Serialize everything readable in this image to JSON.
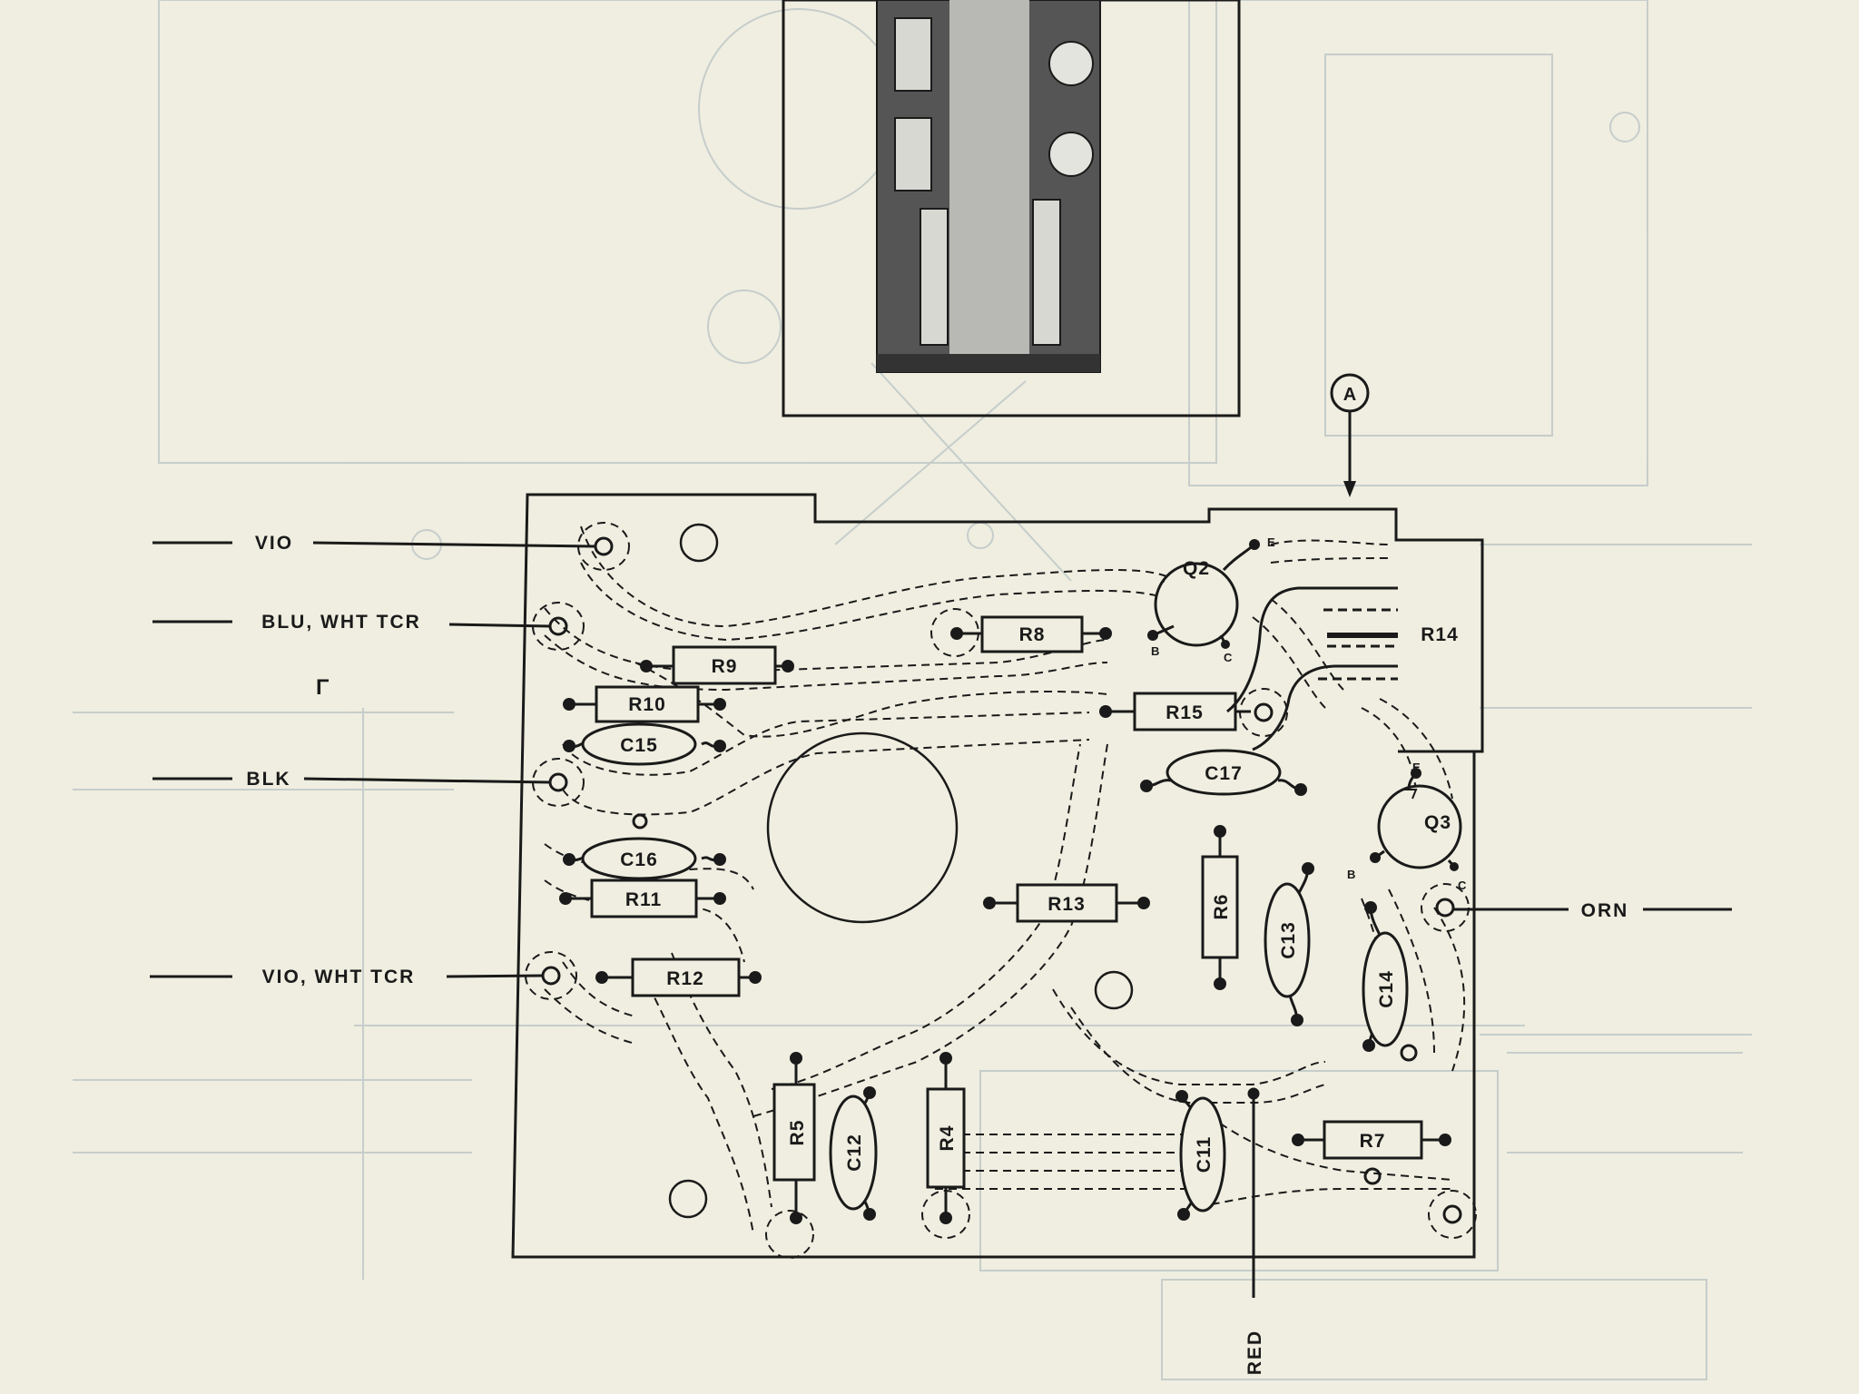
{
  "diagram": {
    "marker": "A",
    "wires": {
      "vio": "VIO",
      "blu_wht_tcr": "BLU, WHT TCR",
      "blk": "BLK",
      "vio_wht_tcr": "VIO, WHT TCR",
      "orn": "ORN",
      "red": "RED"
    },
    "components": {
      "r4": "R4",
      "r5": "R5",
      "r6": "R6",
      "r7": "R7",
      "r8": "R8",
      "r9": "R9",
      "r10": "R10",
      "r11": "R11",
      "r12": "R12",
      "r13": "R13",
      "r14": "R14",
      "r15": "R15",
      "c11": "C11",
      "c12": "C12",
      "c13": "C13",
      "c14": "C14",
      "c15": "C15",
      "c16": "C16",
      "c17": "C17",
      "q2": "Q2",
      "q3": "Q3"
    },
    "pins": {
      "e": "E",
      "b": "B",
      "c": "C"
    },
    "stray_mark": "Γ"
  },
  "colors": {
    "paper": "#efeee0",
    "ink": "#1a1a1a",
    "ghost": "#b8c2c4"
  }
}
